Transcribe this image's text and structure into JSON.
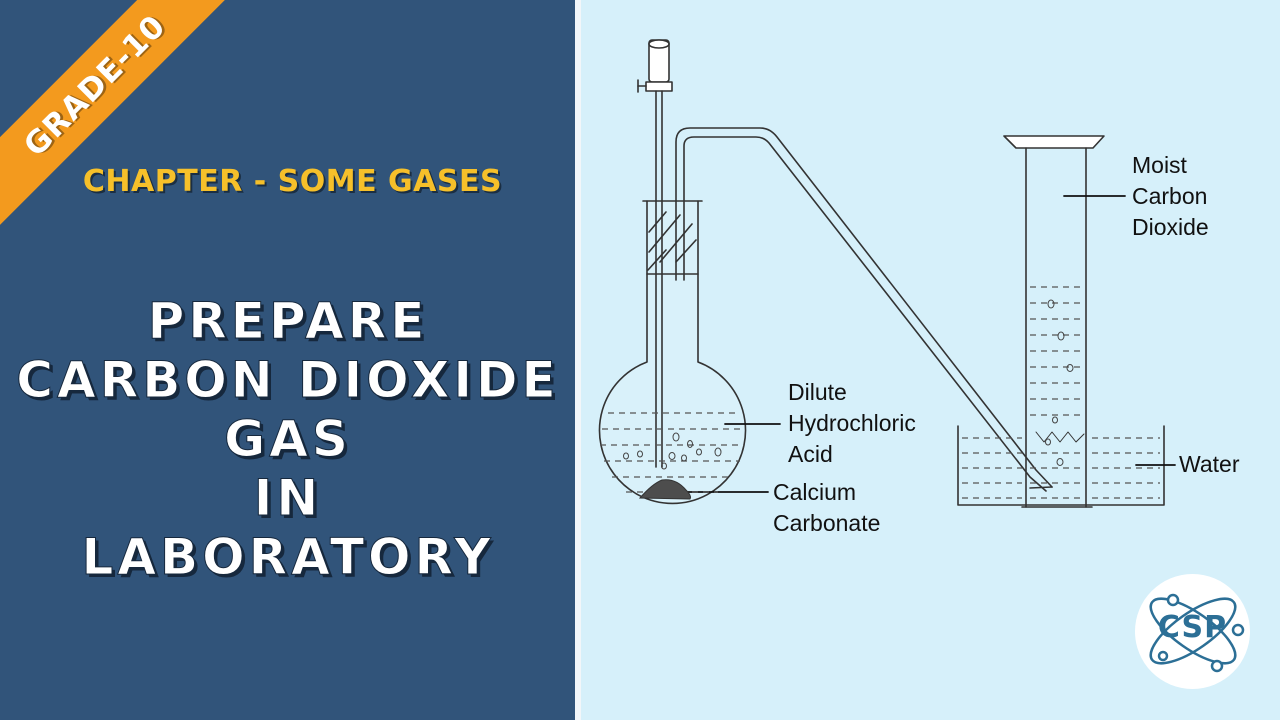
{
  "badge": {
    "grade": "GRADE-10"
  },
  "chapter": "CHAPTER - SOME GASES",
  "title": {
    "lines": [
      "PREPARE",
      "CARBON DIOXIDE",
      "GAS",
      "IN",
      "LABORATORY"
    ]
  },
  "diagram": {
    "labels": {
      "moist_co2": "Moist\nCarbon\nDioxide",
      "dilute_hcl": "Dilute\nHydrochloric\nAcid",
      "calcium_carbonate": "Calcium\nCarbonate",
      "water": "Water"
    }
  },
  "logo": {
    "text": "CSP"
  },
  "colors": {
    "left_panel": "#31547a",
    "right_panel": "#d6f0fa",
    "badge": "#f39a1e",
    "chapter_text": "#f6c02a",
    "logo_text": "#2c6f96"
  }
}
